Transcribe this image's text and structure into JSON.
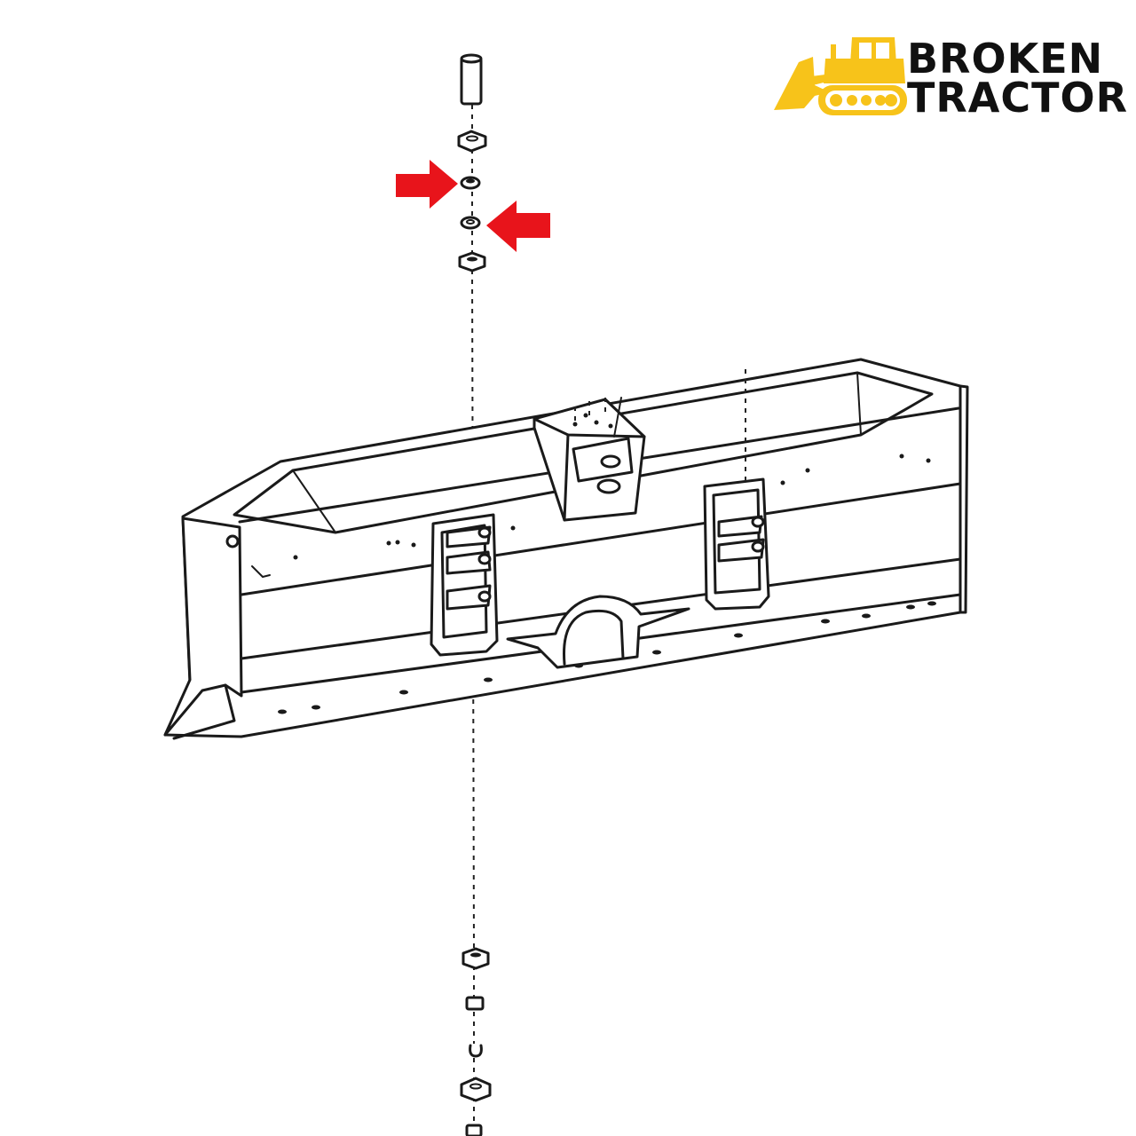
{
  "logo": {
    "line1": "BROKEN",
    "line2": "TRACTOR",
    "brand_color": "#F7C31A",
    "text_color": "#111111",
    "icon": "bulldozer-icon"
  },
  "diagram": {
    "subject": "dozer-blade-exploded-view",
    "highlight_color": "#E8141B",
    "highlight_arrows": [
      "arrow-pointing-right-to-upper-washer",
      "arrow-pointing-left-to-lower-washer"
    ]
  }
}
